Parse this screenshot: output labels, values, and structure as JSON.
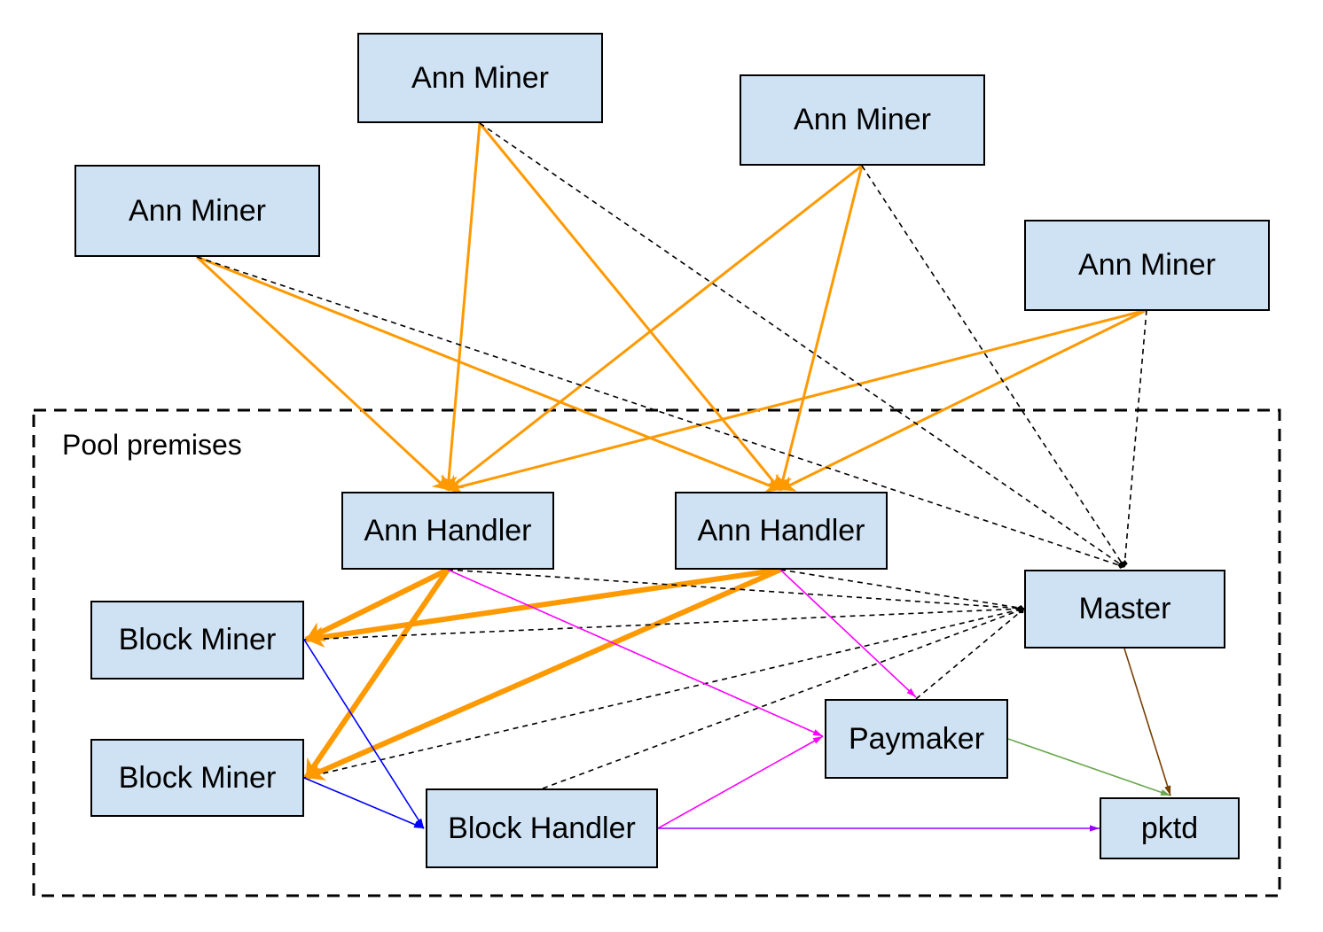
{
  "zone": {
    "label": "Pool premises"
  },
  "nodes": {
    "ann_miner_1": "Ann Miner",
    "ann_miner_2": "Ann Miner",
    "ann_miner_3": "Ann Miner",
    "ann_miner_4": "Ann Miner",
    "ann_handler_1": "Ann Handler",
    "ann_handler_2": "Ann Handler",
    "block_miner_1": "Block Miner",
    "block_miner_2": "Block Miner",
    "master": "Master",
    "paymaker": "Paymaker",
    "block_handler": "Block Handler",
    "pktd": "pktd"
  },
  "colors": {
    "node_fill": "#cfe2f3",
    "orange": "#ff9900",
    "magenta": "#ff00ff",
    "purple": "#9900ff",
    "blue": "#0000ff",
    "green": "#6aa84f",
    "brown": "#783f04",
    "black": "#000000"
  },
  "edges": [
    {
      "from": "ann_miner_1",
      "to": "ann_handler_1",
      "style": "orange"
    },
    {
      "from": "ann_miner_1",
      "to": "ann_handler_2",
      "style": "orange"
    },
    {
      "from": "ann_miner_2",
      "to": "ann_handler_1",
      "style": "orange"
    },
    {
      "from": "ann_miner_2",
      "to": "ann_handler_2",
      "style": "orange"
    },
    {
      "from": "ann_miner_3",
      "to": "ann_handler_1",
      "style": "orange"
    },
    {
      "from": "ann_miner_3",
      "to": "ann_handler_2",
      "style": "orange"
    },
    {
      "from": "ann_miner_4",
      "to": "ann_handler_1",
      "style": "orange"
    },
    {
      "from": "ann_miner_4",
      "to": "ann_handler_2",
      "style": "orange"
    },
    {
      "from": "ann_handler_1",
      "to": "block_miner_1",
      "style": "orange-thick"
    },
    {
      "from": "ann_handler_1",
      "to": "block_miner_2",
      "style": "orange-thick"
    },
    {
      "from": "ann_handler_2",
      "to": "block_miner_1",
      "style": "orange-thick"
    },
    {
      "from": "ann_handler_2",
      "to": "block_miner_2",
      "style": "orange-thick"
    },
    {
      "from": "ann_miner_1",
      "to": "master",
      "style": "dashed"
    },
    {
      "from": "ann_miner_2",
      "to": "master",
      "style": "dashed"
    },
    {
      "from": "ann_miner_3",
      "to": "master",
      "style": "dashed"
    },
    {
      "from": "ann_miner_4",
      "to": "master",
      "style": "dashed"
    },
    {
      "from": "ann_handler_1",
      "to": "master",
      "style": "dashed"
    },
    {
      "from": "ann_handler_2",
      "to": "master",
      "style": "dashed"
    },
    {
      "from": "block_miner_1",
      "to": "master",
      "style": "dashed"
    },
    {
      "from": "block_miner_2",
      "to": "master",
      "style": "dashed"
    },
    {
      "from": "paymaker",
      "to": "master",
      "style": "dashed"
    },
    {
      "from": "block_handler",
      "to": "master",
      "style": "dashed"
    },
    {
      "from": "ann_handler_1",
      "to": "paymaker",
      "style": "magenta"
    },
    {
      "from": "ann_handler_2",
      "to": "paymaker",
      "style": "magenta"
    },
    {
      "from": "block_handler",
      "to": "paymaker",
      "style": "magenta"
    },
    {
      "from": "block_handler",
      "to": "pktd",
      "style": "purple"
    },
    {
      "from": "block_miner_1",
      "to": "block_handler",
      "style": "blue"
    },
    {
      "from": "block_miner_2",
      "to": "block_handler",
      "style": "blue"
    },
    {
      "from": "paymaker",
      "to": "pktd",
      "style": "green"
    },
    {
      "from": "master",
      "to": "pktd",
      "style": "brown"
    }
  ]
}
